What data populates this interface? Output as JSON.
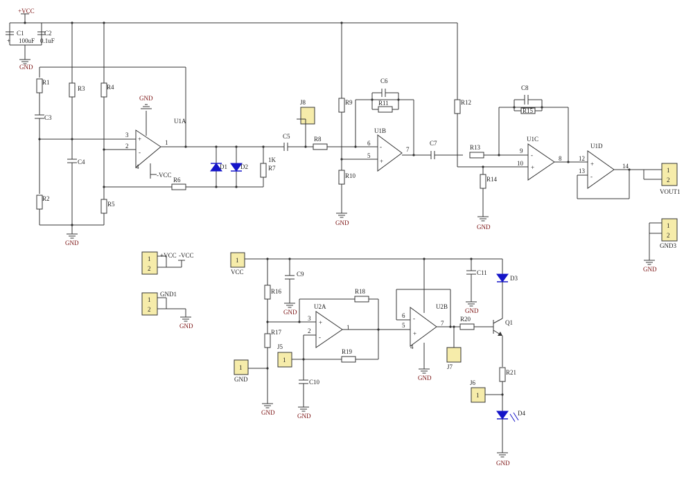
{
  "rails": {
    "vcc_top": "+VCC",
    "gnd": "GND"
  },
  "caps": {
    "C1": "C1",
    "C1_val": "100uF",
    "C2": "C2",
    "C2_val": "0.1uF",
    "C3": "C3",
    "C4": "C4",
    "C5": "C5",
    "C6": "C6",
    "C7": "C7",
    "C8": "C8",
    "C9": "C9",
    "C10": "C10",
    "C11": "C11"
  },
  "resistors": {
    "R1": "R1",
    "R2": "R2",
    "R3": "R3",
    "R4": "R4",
    "R5": "R5",
    "R6": "R6",
    "R7": "R7",
    "R7_val": "1K",
    "R8": "R8",
    "R9": "R9",
    "R10": "R10",
    "R11": "R11",
    "R12": "R12",
    "R13": "R13",
    "R14": "R14",
    "R15": "R15",
    "R16": "R16",
    "R17": "R17",
    "R18": "R18",
    "R19": "R19",
    "R20": "R20",
    "R21": "R21"
  },
  "opamps": {
    "U1A": "U1A",
    "U1B": "U1B",
    "U1C": "U1C",
    "U1D": "U1D",
    "U2A": "U2A",
    "U2B": "U2B",
    "neg_vcc": "-VCC"
  },
  "pins": {
    "p1": "1",
    "p2": "2",
    "p3": "3",
    "p4": "4",
    "p5": "5",
    "p6": "6",
    "p7": "7",
    "p8": "8",
    "p9": "9",
    "p10": "10",
    "p12": "12",
    "p13": "13",
    "p14": "14",
    "plus": "+",
    "minus": "-"
  },
  "diodes": {
    "D1": "D1",
    "D2": "D2",
    "D3": "D3",
    "D4": "D4"
  },
  "transistors": {
    "Q1": "Q1"
  },
  "connectors": {
    "J8": "J8",
    "VOUT1": "VOUT1",
    "GND3": "GND3",
    "PWR_pos": "+VCC",
    "PWR_neg": "-VCC",
    "GND1": "GND1",
    "VCC": "VCC",
    "GND": "GND",
    "J5": "J5",
    "J6": "J6",
    "J7": "J7",
    "pin1": "1",
    "pin2": "2"
  }
}
